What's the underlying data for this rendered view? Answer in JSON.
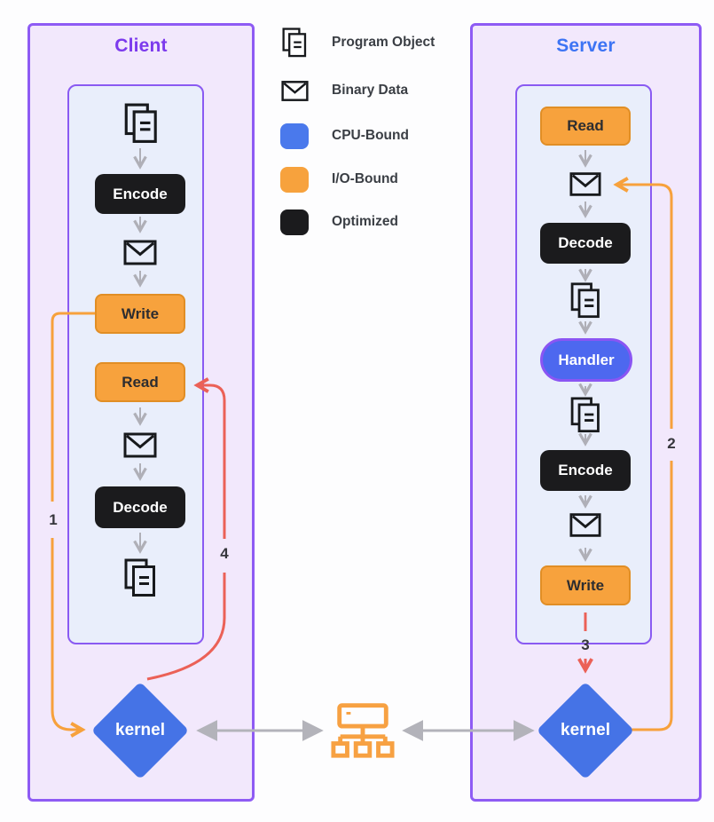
{
  "diagram": {
    "client": {
      "title": "Client",
      "encode_label": "Encode",
      "write_label": "Write",
      "read_label": "Read",
      "decode_label": "Decode",
      "kernel_label": "kernel",
      "step_write_to_kernel": "1",
      "step_kernel_to_read": "4"
    },
    "server": {
      "title": "Server",
      "read_label": "Read",
      "decode_label": "Decode",
      "handler_label": "Handler",
      "encode_label": "Encode",
      "write_label": "Write",
      "kernel_label": "kernel",
      "step_kernel_to_message": "2",
      "step_write_to_kernel": "3"
    },
    "legend": {
      "items": [
        {
          "icon": "program-object-icon",
          "label": "Program Object"
        },
        {
          "icon": "binary-data-icon",
          "label": "Binary Data"
        },
        {
          "icon": "cpu-bound-swatch",
          "label": "CPU-Bound",
          "color": "#4A79EC"
        },
        {
          "icon": "io-bound-swatch",
          "label": "I/O-Bound",
          "color": "#F7A23D"
        },
        {
          "icon": "optimized-swatch",
          "label": "Optimized",
          "color": "#1B1B1D"
        }
      ]
    },
    "colors": {
      "panel_fill": "#F2E8FC",
      "panel_border": "#8E5BF4",
      "inner_fill": "#E9EEFB",
      "inner_border": "#8A5AF2",
      "client_title": "#7C3AED",
      "server_title": "#3D74F4",
      "cpu_bound": "#4A79EC",
      "io_bound": "#F7A23D",
      "optimized": "#1B1B1D",
      "kernel_fill": "#4573E6",
      "handler_fill": "#4D68EF",
      "handler_border": "#8A55F3",
      "gray_arrow": "#AFAFB7",
      "red_line": "#EB6157",
      "orange_line": "#F7A13C"
    }
  }
}
